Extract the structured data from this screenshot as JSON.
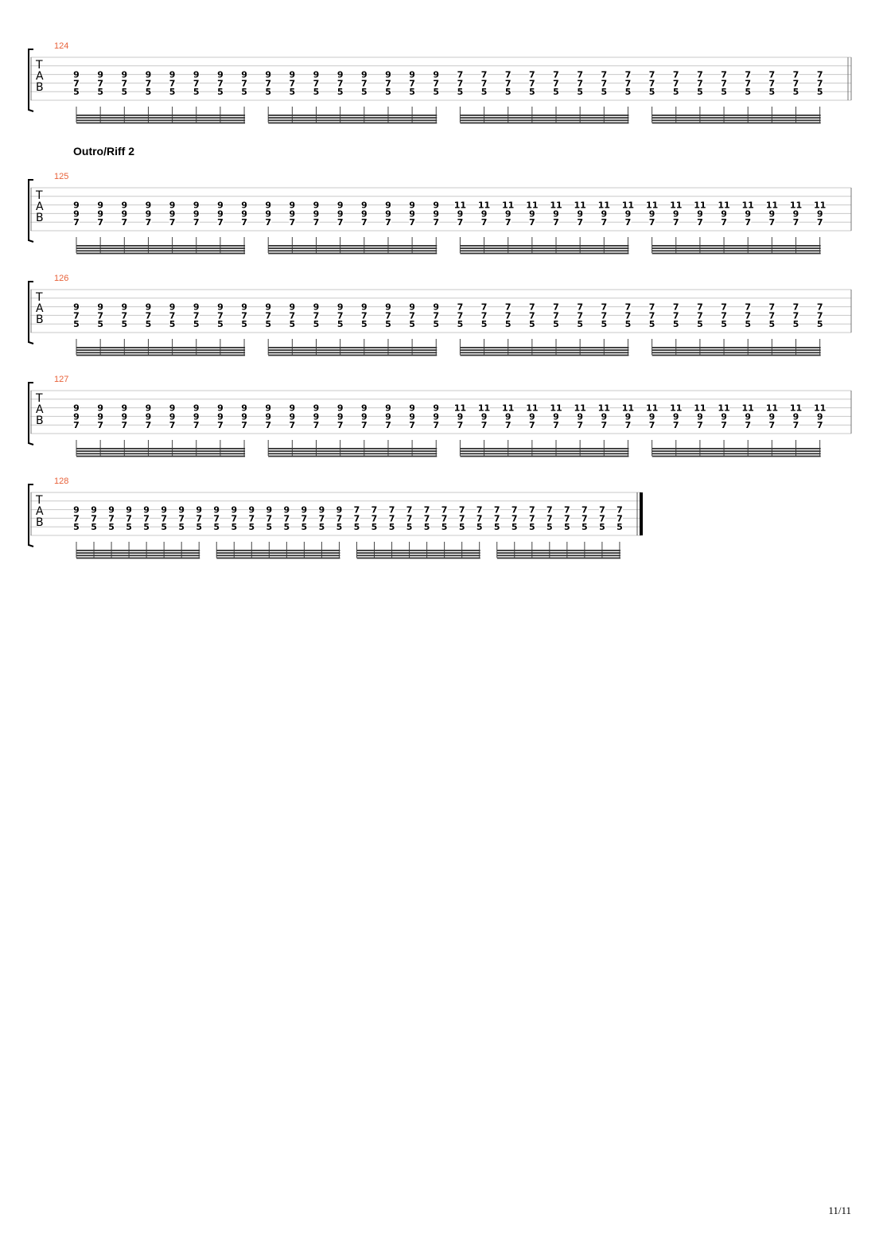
{
  "page": {
    "page_number": "11/11",
    "accent_color": "#e8623a"
  },
  "tab_clef": [
    "T",
    "A",
    "B"
  ],
  "systems": [
    {
      "bar_number": "124",
      "section_label": "",
      "final_barline": false,
      "groups": [
        {
          "top": "9",
          "mid": "7",
          "low": "5",
          "count": 8
        },
        {
          "top": "9",
          "mid": "7",
          "low": "5",
          "count": 8
        },
        {
          "top": "7",
          "mid": "7",
          "low": "5",
          "count": 8
        },
        {
          "top": "7",
          "mid": "7",
          "low": "5",
          "count": 8
        }
      ]
    },
    {
      "bar_number": "125",
      "section_label": "Outro/Riff 2",
      "final_barline": false,
      "groups": [
        {
          "top": "9",
          "mid": "9",
          "low": "7",
          "count": 8
        },
        {
          "top": "9",
          "mid": "9",
          "low": "7",
          "count": 8
        },
        {
          "top": "11",
          "mid": "9",
          "low": "7",
          "count": 8
        },
        {
          "top": "11",
          "mid": "9",
          "low": "7",
          "count": 8
        }
      ]
    },
    {
      "bar_number": "126",
      "section_label": "",
      "final_barline": false,
      "groups": [
        {
          "top": "9",
          "mid": "7",
          "low": "5",
          "count": 8
        },
        {
          "top": "9",
          "mid": "7",
          "low": "5",
          "count": 8
        },
        {
          "top": "7",
          "mid": "7",
          "low": "5",
          "count": 8
        },
        {
          "top": "7",
          "mid": "7",
          "low": "5",
          "count": 8
        }
      ]
    },
    {
      "bar_number": "127",
      "section_label": "",
      "final_barline": false,
      "groups": [
        {
          "top": "9",
          "mid": "9",
          "low": "7",
          "count": 8
        },
        {
          "top": "9",
          "mid": "9",
          "low": "7",
          "count": 8
        },
        {
          "top": "11",
          "mid": "9",
          "low": "7",
          "count": 8
        },
        {
          "top": "11",
          "mid": "9",
          "low": "7",
          "count": 8
        }
      ]
    },
    {
      "bar_number": "128",
      "section_label": "",
      "final_barline": true,
      "groups": [
        {
          "top": "9",
          "mid": "7",
          "low": "5",
          "count": 8
        },
        {
          "top": "9",
          "mid": "7",
          "low": "5",
          "count": 8
        },
        {
          "top": "7",
          "mid": "7",
          "low": "5",
          "count": 8
        },
        {
          "top": "7",
          "mid": "7",
          "low": "5",
          "count": 8
        }
      ]
    }
  ]
}
